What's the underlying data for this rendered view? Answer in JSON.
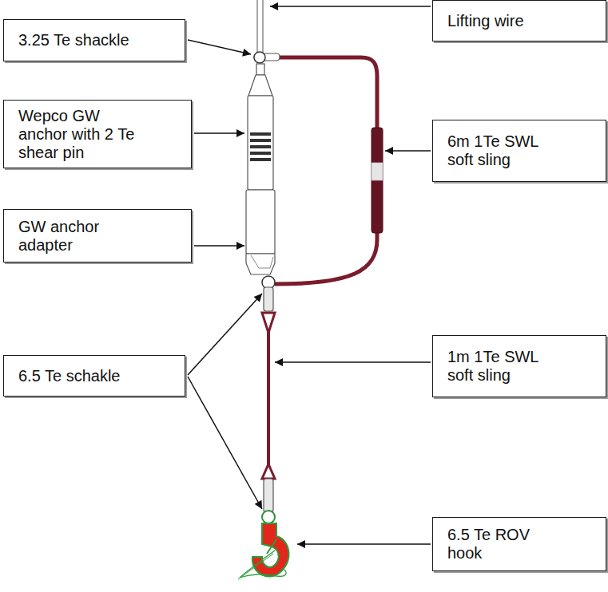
{
  "diagram": {
    "nodes": [
      {
        "text": [
          "Lifting wire"
        ]
      },
      {
        "text": [
          "3.25 Te shackle"
        ]
      },
      {
        "text": [
          "Wepco GW anchor with 2 Te shear pin"
        ]
      },
      {
        "text": [
          "6m 1Te SWL soft sling"
        ]
      },
      {
        "text": [
          "GW anchor adapter"
        ]
      },
      {
        "text": [
          "6.5 Te schakle"
        ]
      },
      {
        "text": [
          "1m 1Te SWL soft sling"
        ]
      },
      {
        "text": [
          "6.5 Te ROV hook"
        ]
      }
    ]
  }
}
